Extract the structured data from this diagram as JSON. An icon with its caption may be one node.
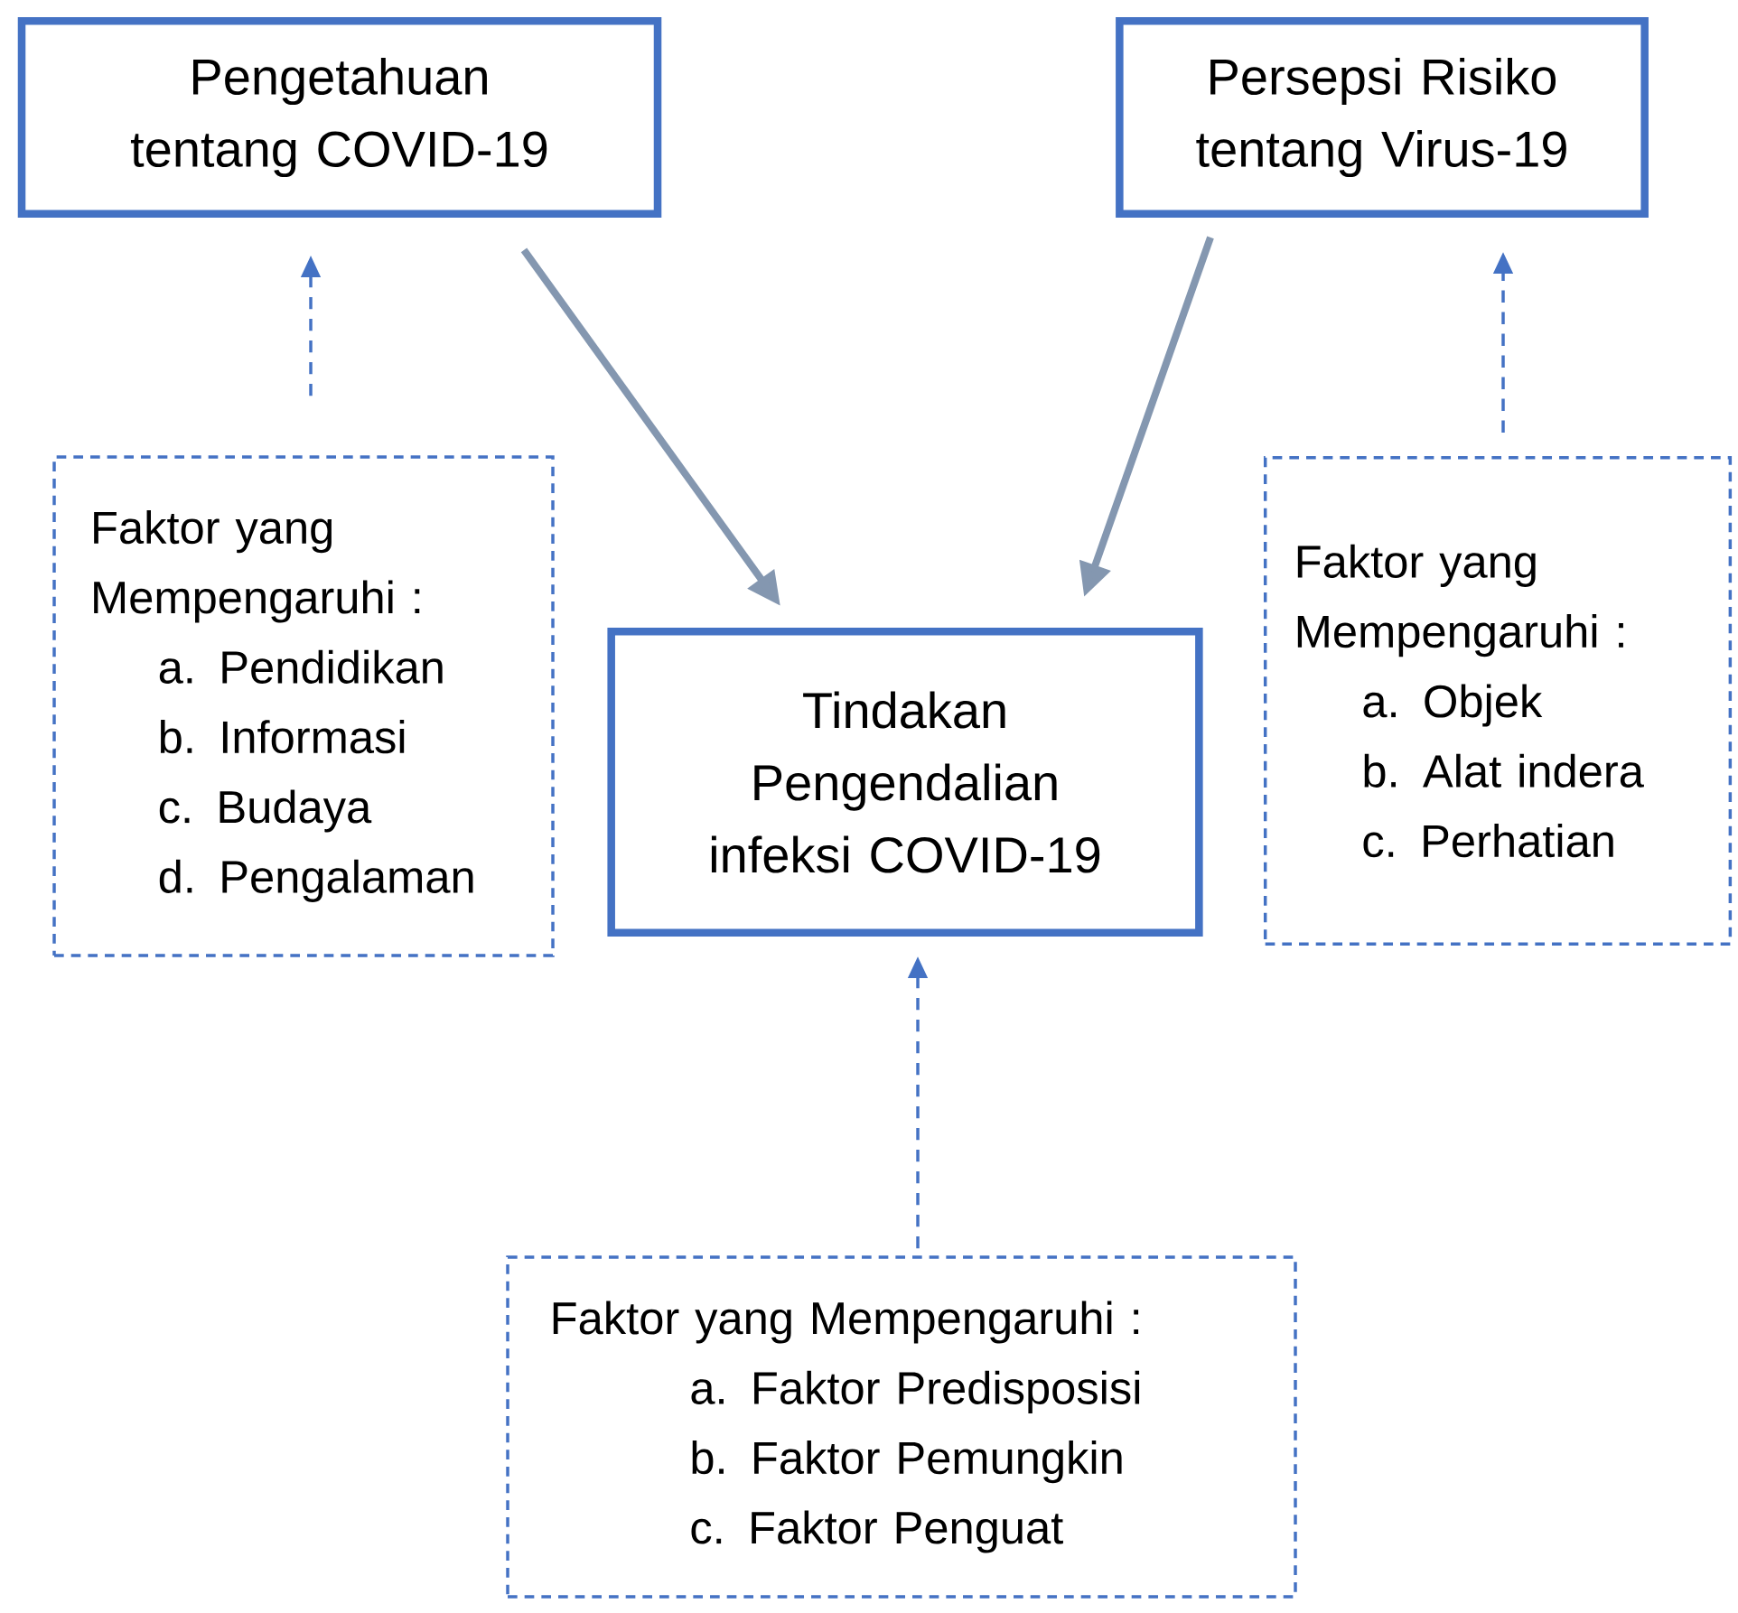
{
  "diagram": {
    "nodes": [
      {
        "text": [
          "Pengetahuan tentang COVID-19"
        ]
      },
      {
        "text": [
          "Persepsi Risiko tentang Virus-19"
        ]
      },
      {
        "text": [
          "Faktor yang Mempengaruhi :",
          "a. Pendidikan",
          "b. Informasi",
          "c. Budaya",
          "d. Pengalaman"
        ]
      },
      {
        "text": [
          "Tindakan Pengendalian infeksi COVID-19"
        ]
      },
      {
        "text": [
          "Faktor yang Mempengaruhi :",
          "a. Objek",
          "b. Alat indera",
          "c. Perhatian"
        ]
      },
      {
        "text": [
          "Faktor yang Mempengaruhi :",
          "a. Faktor Predisposisi",
          "b. Faktor Pemungkin",
          "c. Faktor Penguat"
        ]
      }
    ],
    "edges": [
      {
        "from": 0,
        "to": 3,
        "arrow": "to",
        "style": "thick",
        "color": "#8497b0"
      },
      {
        "from": 1,
        "to": 3,
        "arrow": "to",
        "style": "thick",
        "color": "#8497b0"
      },
      {
        "from": 2,
        "to": 0,
        "arrow": "to",
        "style": "dashed"
      },
      {
        "from": 4,
        "to": 1,
        "arrow": "to",
        "style": "dashed"
      },
      {
        "from": 5,
        "to": 3,
        "arrow": "to",
        "style": "dashed"
      }
    ]
  }
}
